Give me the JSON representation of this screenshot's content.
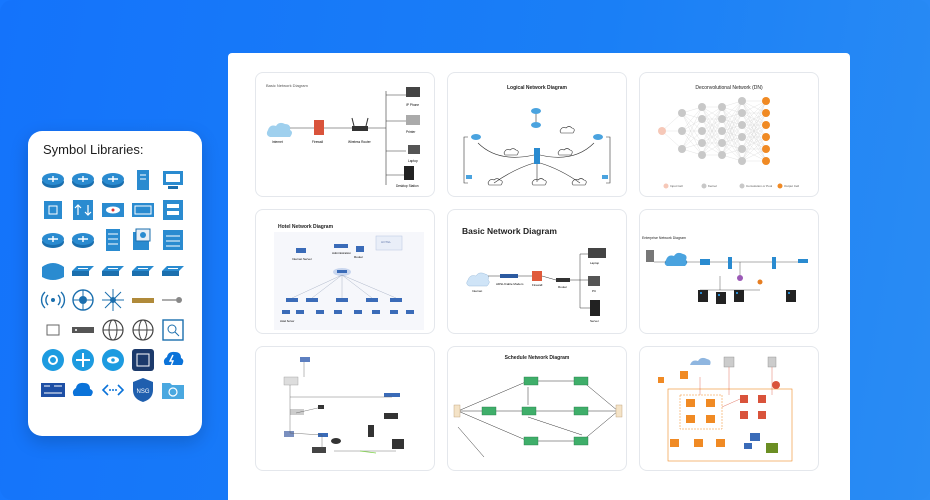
{
  "library": {
    "title": "Symbol Libraries:",
    "symbols": [
      [
        "router-icon",
        "router-icon",
        "router-icon",
        "switch-tower-icon",
        "workstation-icon"
      ],
      [
        "cube-switch-icon",
        "crossing-arrows-icon",
        "cloud-router-icon",
        "firewall-box-icon",
        "server-box-icon"
      ],
      [
        "router-icon",
        "router-icon",
        "rack-icon",
        "ip-phone-icon",
        "server-module-icon"
      ],
      [
        "hub-icon",
        "switch-flat-icon",
        "switch-flat-icon",
        "switch-flat-icon",
        "switch-flat-icon"
      ],
      [
        "wireless-signal-icon",
        "rotary-node-icon",
        "star-node-icon",
        "bar-device-icon",
        "pin-connector-icon"
      ],
      [
        "small-box-icon",
        "rack-bar-icon",
        "globe-icon",
        "globe-icon",
        "search-square-icon"
      ],
      [
        "gear-circle-icon",
        "cross-circle-icon",
        "eye-circle-icon",
        "chip-square-icon",
        "bolt-cloud-icon"
      ],
      [
        "board-icon",
        "cloud-icon",
        "dotted-arrows-icon",
        "nsg-shield-icon",
        "folder-sync-icon"
      ]
    ],
    "nsg_label": "NSG"
  },
  "cards": [
    {
      "title": "Basic Network Diagram",
      "labels": [
        "Internet",
        "Firewall",
        "Wireless Router",
        "IP Phone",
        "Printer",
        "Laptop",
        "Desktop Station"
      ]
    },
    {
      "title": "Logical Network Diagram"
    },
    {
      "title": "Deconvolutional Network (DN)",
      "legend": [
        "Input Cell",
        "Kernel",
        "Convolution or Pool",
        "Output Cell"
      ]
    },
    {
      "title": "Hotel Network Diagram",
      "labels": [
        "Internet Server",
        "Administration",
        "Router",
        "HOTEL",
        "Hotel Server"
      ]
    },
    {
      "title": "Basic Network Diagram",
      "labels": [
        "Internet",
        "ADSL/Cable Modem",
        "Firewall",
        "Router",
        "Laptop",
        "PC",
        "Server"
      ]
    },
    {
      "title": "Enterprise Network Diagram"
    },
    {
      "title": ""
    },
    {
      "title": "Schedule Network Diagram"
    },
    {
      "title": ""
    }
  ],
  "colors": {
    "bg": "#1677ff",
    "cisco_blue": "#2a8bd0",
    "azure_blue": "#0b73d9",
    "green_box": "#3fae6a",
    "orange": "#f08a24"
  }
}
